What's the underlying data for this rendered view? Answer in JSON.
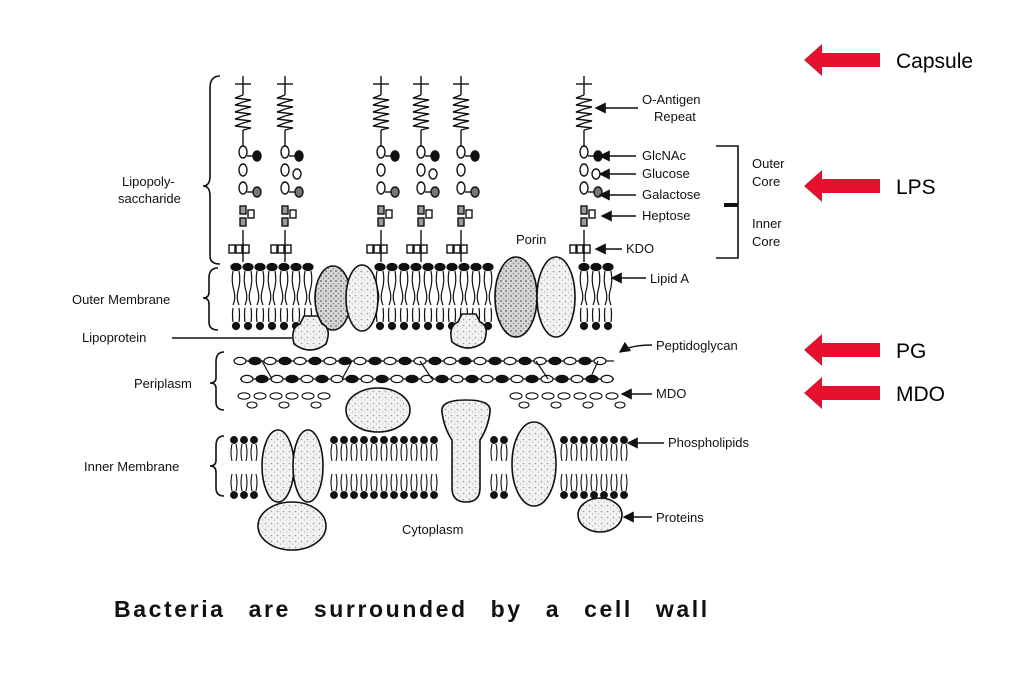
{
  "diagram": {
    "left_labels": {
      "lipopolysaccharide_line1": "Lipopoly-",
      "lipopolysaccharide_line2": "saccharide",
      "outer_membrane": "Outer Membrane",
      "lipoprotein": "Lipoprotein",
      "periplasm": "Periplasm",
      "inner_membrane": "Inner Membrane"
    },
    "right_labels": {
      "o_antigen_line1": "O-Antigen",
      "o_antigen_line2": "Repeat",
      "glcnac": "GlcNAc",
      "glucose": "Glucose",
      "galactose": "Galactose",
      "heptose": "Heptose",
      "kdo": "KDO",
      "lipid_a": "Lipid A",
      "peptidoglycan": "Peptidoglycan",
      "mdo": "MDO",
      "phospholipids": "Phospholipids",
      "proteins": "Proteins"
    },
    "core_labels": {
      "outer_core_line1": "Outer",
      "outer_core_line2": "Core",
      "inner_core_line1": "Inner",
      "inner_core_line2": "Core"
    },
    "center_labels": {
      "porin": "Porin",
      "cytoplasm": "Cytoplasm"
    },
    "side_arrows": [
      {
        "label": "Capsule"
      },
      {
        "label": "LPS"
      },
      {
        "label": "PG"
      },
      {
        "label": "MDO"
      }
    ],
    "arrow_color": "#e8112d"
  },
  "caption": "Bacteria are surrounded by a cell wall"
}
